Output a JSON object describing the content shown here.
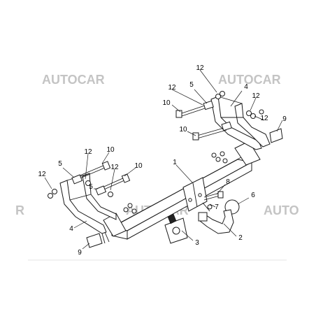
{
  "watermarks": [
    "AUTOCAR",
    "AUTOCAR",
    "AUTOCAR",
    "R",
    "AUTO"
  ],
  "callouts": [
    "1",
    "2",
    "3",
    "4",
    "4",
    "5",
    "5",
    "5",
    "6",
    "7",
    "8",
    "9",
    "9",
    "10",
    "10",
    "10",
    "10",
    "12",
    "12",
    "12",
    "12",
    "12",
    "12",
    "12"
  ],
  "colors": {
    "line": "#1a1a1a",
    "watermark": "#c4c4c4",
    "background": "#ffffff"
  }
}
